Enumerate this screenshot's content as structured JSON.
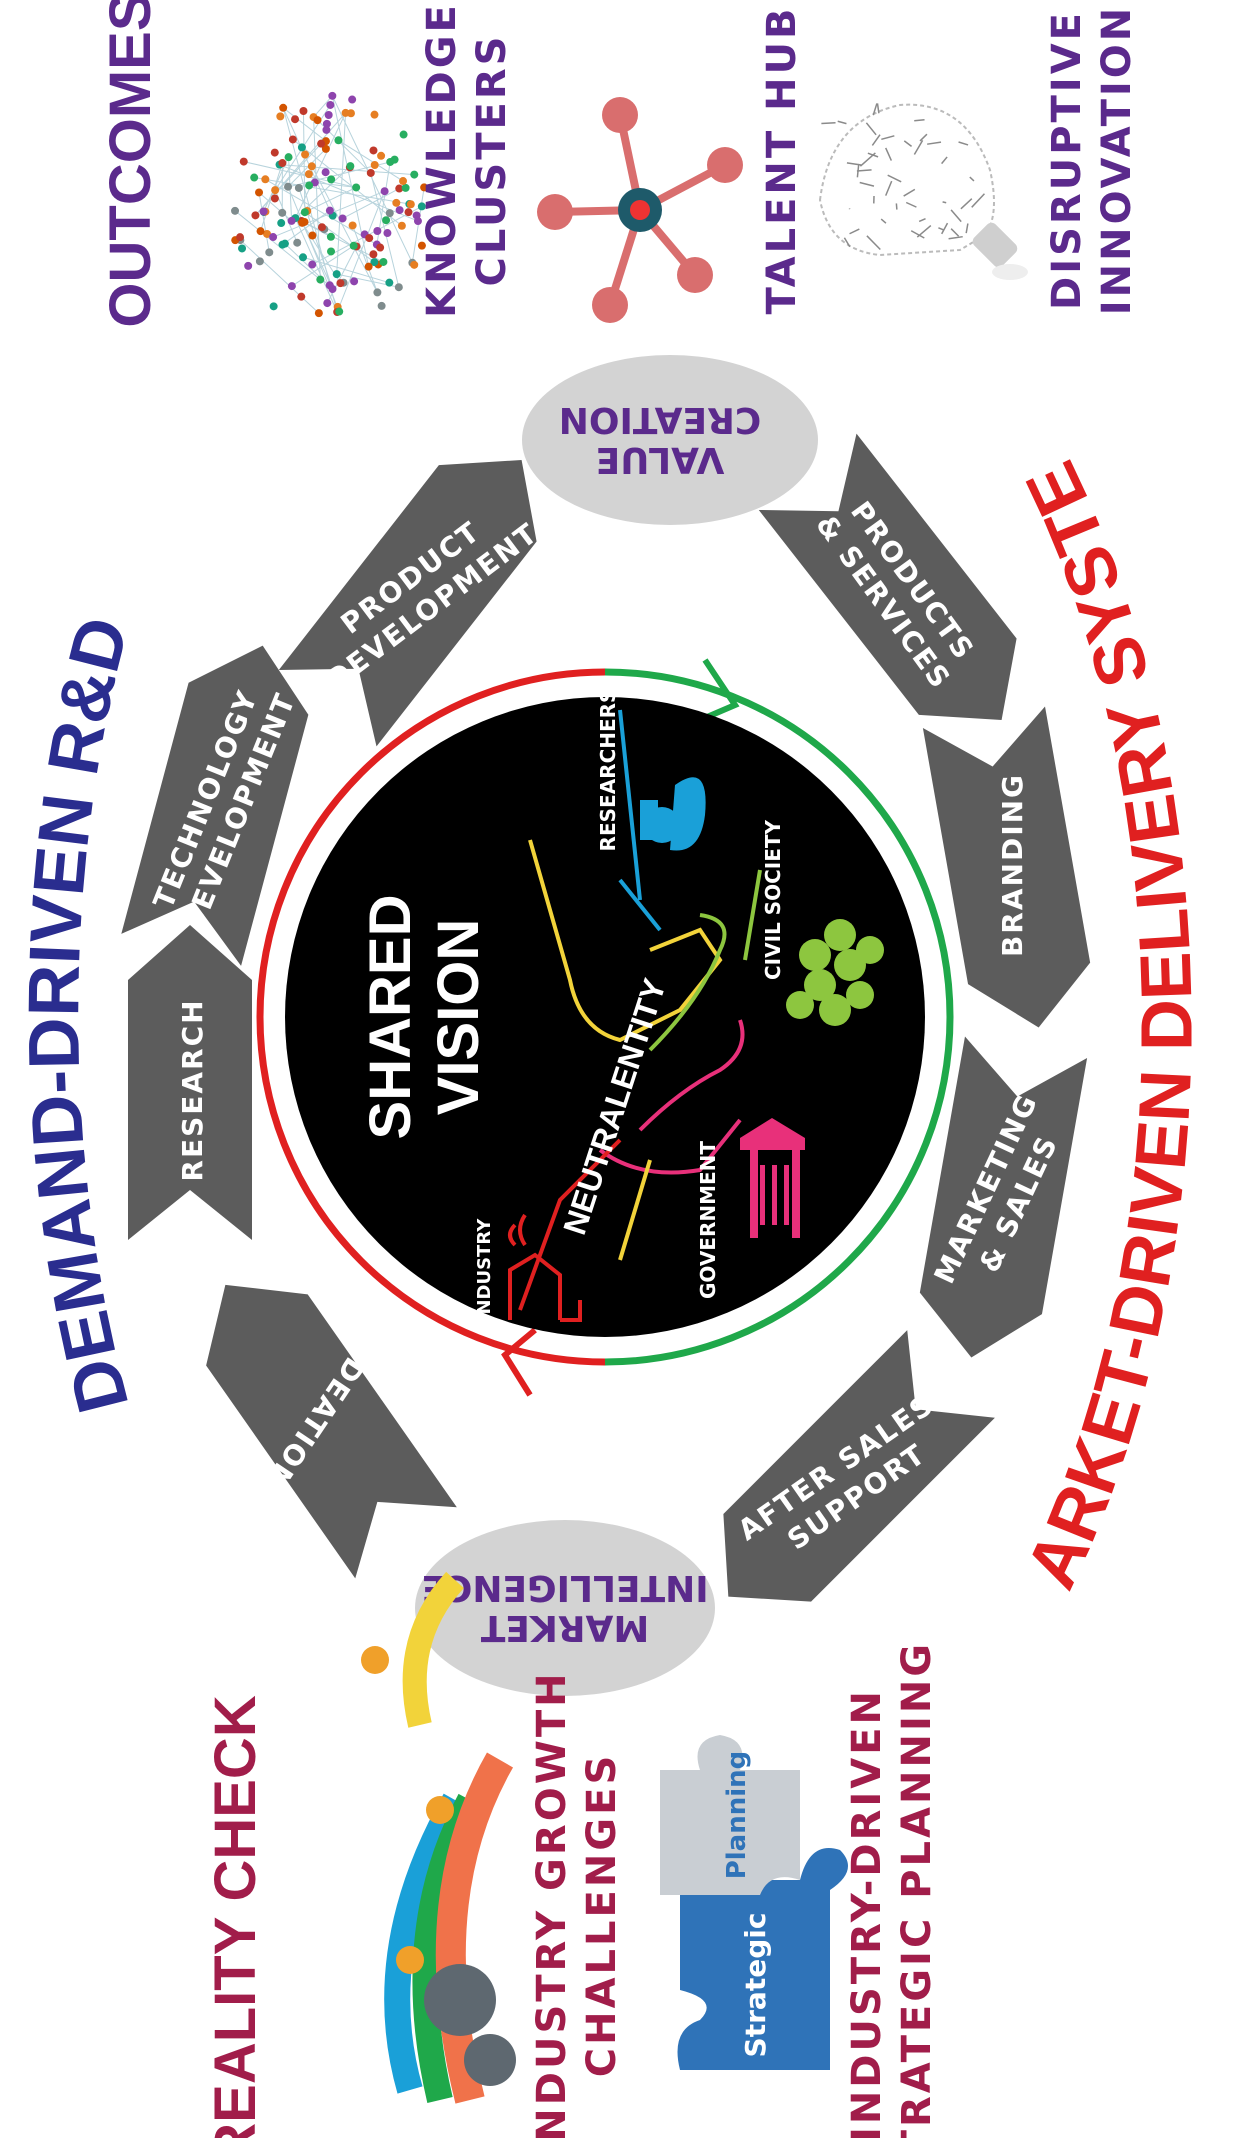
{
  "headings": {
    "outcomes": "OUTCOMES",
    "reality_check": "REALITY CHECK",
    "demand": "DEMAND-DRIVEN R&D",
    "market_a": "MARKET-DRIVEN ",
    "market_b": "DELIVERY SYSTEM"
  },
  "outcomes": [
    {
      "line1": "KNOWLEDGE",
      "line2": "CLUSTERS"
    },
    {
      "line1": "TALENT HUB",
      "line2": ""
    },
    {
      "line1": "DISRUPTIVE",
      "line2": "INNOVATION"
    }
  ],
  "reality": [
    {
      "line1": "INDUSTRY GROWTH",
      "line2": "CHALLENGES"
    },
    {
      "line1": "INDUSTRY-DRIVEN",
      "line2": "STRATEGIC PLANNING"
    }
  ],
  "puzzle": {
    "piece1": "Strategic",
    "piece2": "Planning"
  },
  "ovals": {
    "value": {
      "line1": "VALUE",
      "line2": "CREATION"
    },
    "market": {
      "line1": "MARKET",
      "line2": "INTELLIGENCE"
    }
  },
  "steps": {
    "product_development": {
      "line1": "PRODUCT",
      "line2": "DEVELOPMENT"
    },
    "technology_development": {
      "line1": "TECHNOLOGY",
      "line2": "DEVELOPMENT"
    },
    "research": {
      "line1": "RESEARCH",
      "line2": ""
    },
    "ideation": {
      "line1": "IDEATION",
      "line2": ""
    },
    "products_services": {
      "line1": "PRODUCTS",
      "line2": "& SERVICES"
    },
    "branding": {
      "line1": "BRANDING",
      "line2": ""
    },
    "marketing_sales": {
      "line1": "MARKETING",
      "line2": "& SALES"
    },
    "after_sales": {
      "line1": "AFTER SALES",
      "line2": "SUPPORT"
    }
  },
  "center": {
    "shared_1": "SHARED",
    "shared_2": "VISION",
    "neutral": "NEUTRALENTITY",
    "industry": "INDUSTRY",
    "government": "GOVERNMENT",
    "researchers": "RESEARCHERS",
    "civil_society": "CIVIL SOCIETY"
  },
  "colors": {
    "purple": "#5b2a8c",
    "navy": "#2a2d8f",
    "red": "#e02020",
    "maroon": "#a11d4a",
    "green": "#1fa84a",
    "gray": "#5c5c5c",
    "oval": "#d3d3d3"
  }
}
